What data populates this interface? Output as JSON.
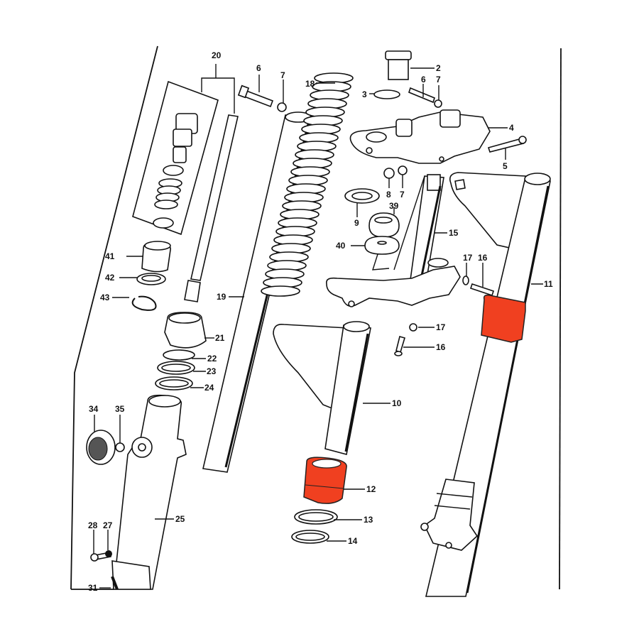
{
  "diagram": {
    "title": "Front fork exploded parts diagram",
    "highlight_color": "#f04020",
    "line_color": "#111111",
    "background": "#ffffff",
    "highlighted_parts": [
      "11",
      "12"
    ],
    "labels": {
      "p2": "2",
      "p3": "3",
      "p4": "4",
      "p5": "5",
      "p6a": "6",
      "p7a": "7",
      "p6b": "6",
      "p7b": "7",
      "p7c": "7",
      "p8": "8",
      "p9": "9",
      "p10": "10",
      "p11": "11",
      "p12": "12",
      "p13": "13",
      "p14": "14",
      "p15": "15",
      "p16a": "16",
      "p16b": "16",
      "p17a": "17",
      "p17b": "17",
      "p18": "18",
      "p19": "19",
      "p20": "20",
      "p21": "21",
      "p22": "22",
      "p23": "23",
      "p24": "24",
      "p25": "25",
      "p27": "27",
      "p28": "28",
      "p31": "31",
      "p34": "34",
      "p35": "35",
      "p39": "39",
      "p40": "40",
      "p41": "41",
      "p42": "42",
      "p43": "43"
    }
  }
}
